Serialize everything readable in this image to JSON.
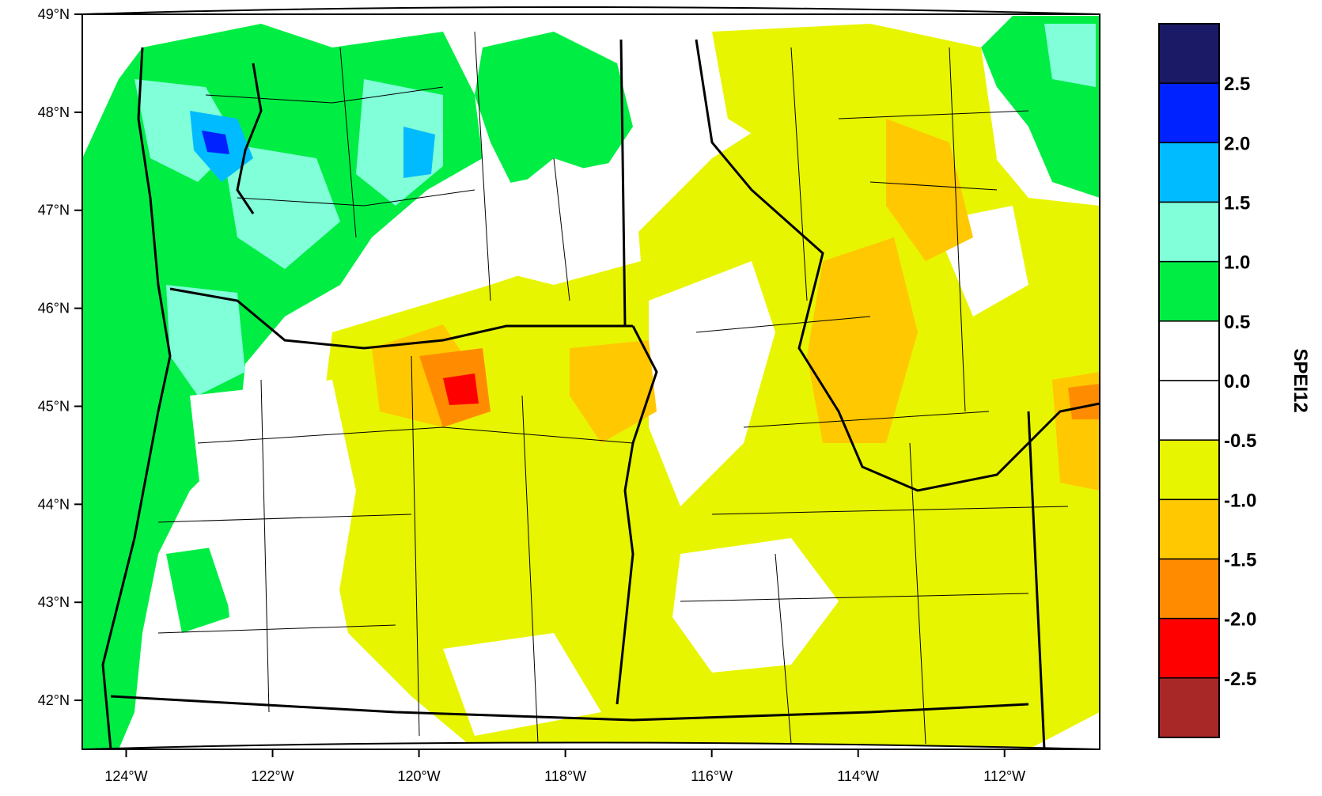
{
  "map": {
    "projection": "lambert-conformal",
    "lon_ticks": [
      {
        "lon": -124,
        "label": "124°W"
      },
      {
        "lon": -122,
        "label": "122°W"
      },
      {
        "lon": -120,
        "label": "120°W"
      },
      {
        "lon": -118,
        "label": "118°W"
      },
      {
        "lon": -116,
        "label": "116°W"
      },
      {
        "lon": -114,
        "label": "114°W"
      },
      {
        "lon": -112,
        "label": "112°W"
      }
    ],
    "lat_ticks": [
      {
        "lat": 49,
        "label": "49°N"
      },
      {
        "lat": 48,
        "label": "48°N"
      },
      {
        "lat": 47,
        "label": "47°N"
      },
      {
        "lat": 46,
        "label": "46°N"
      },
      {
        "lat": 45,
        "label": "45°N"
      },
      {
        "lat": 44,
        "label": "44°N"
      },
      {
        "lat": 43,
        "label": "43°N"
      },
      {
        "lat": 42,
        "label": "42°N"
      }
    ],
    "lon_range": [
      -124.6,
      -110.7
    ],
    "lat_range": [
      41.5,
      49.0
    ]
  },
  "colorbar": {
    "title": "SPEI12",
    "bins": [
      {
        "color": "#1a1a66"
      },
      {
        "color": "#0022ff"
      },
      {
        "color": "#00bbff"
      },
      {
        "color": "#80ffd8"
      },
      {
        "color": "#00ee44"
      },
      {
        "color": "#ffffff"
      },
      {
        "color": "#ffffff"
      },
      {
        "color": "#e8f500"
      },
      {
        "color": "#ffc800"
      },
      {
        "color": "#ff8c00"
      },
      {
        "color": "#ff0000"
      },
      {
        "color": "#a82828"
      }
    ],
    "labels": [
      "2.5",
      "2.0",
      "1.5",
      "1.0",
      "0.5",
      "0.0",
      "-0.5",
      "-1.0",
      "-1.5",
      "-2.0",
      "-2.5"
    ]
  }
}
